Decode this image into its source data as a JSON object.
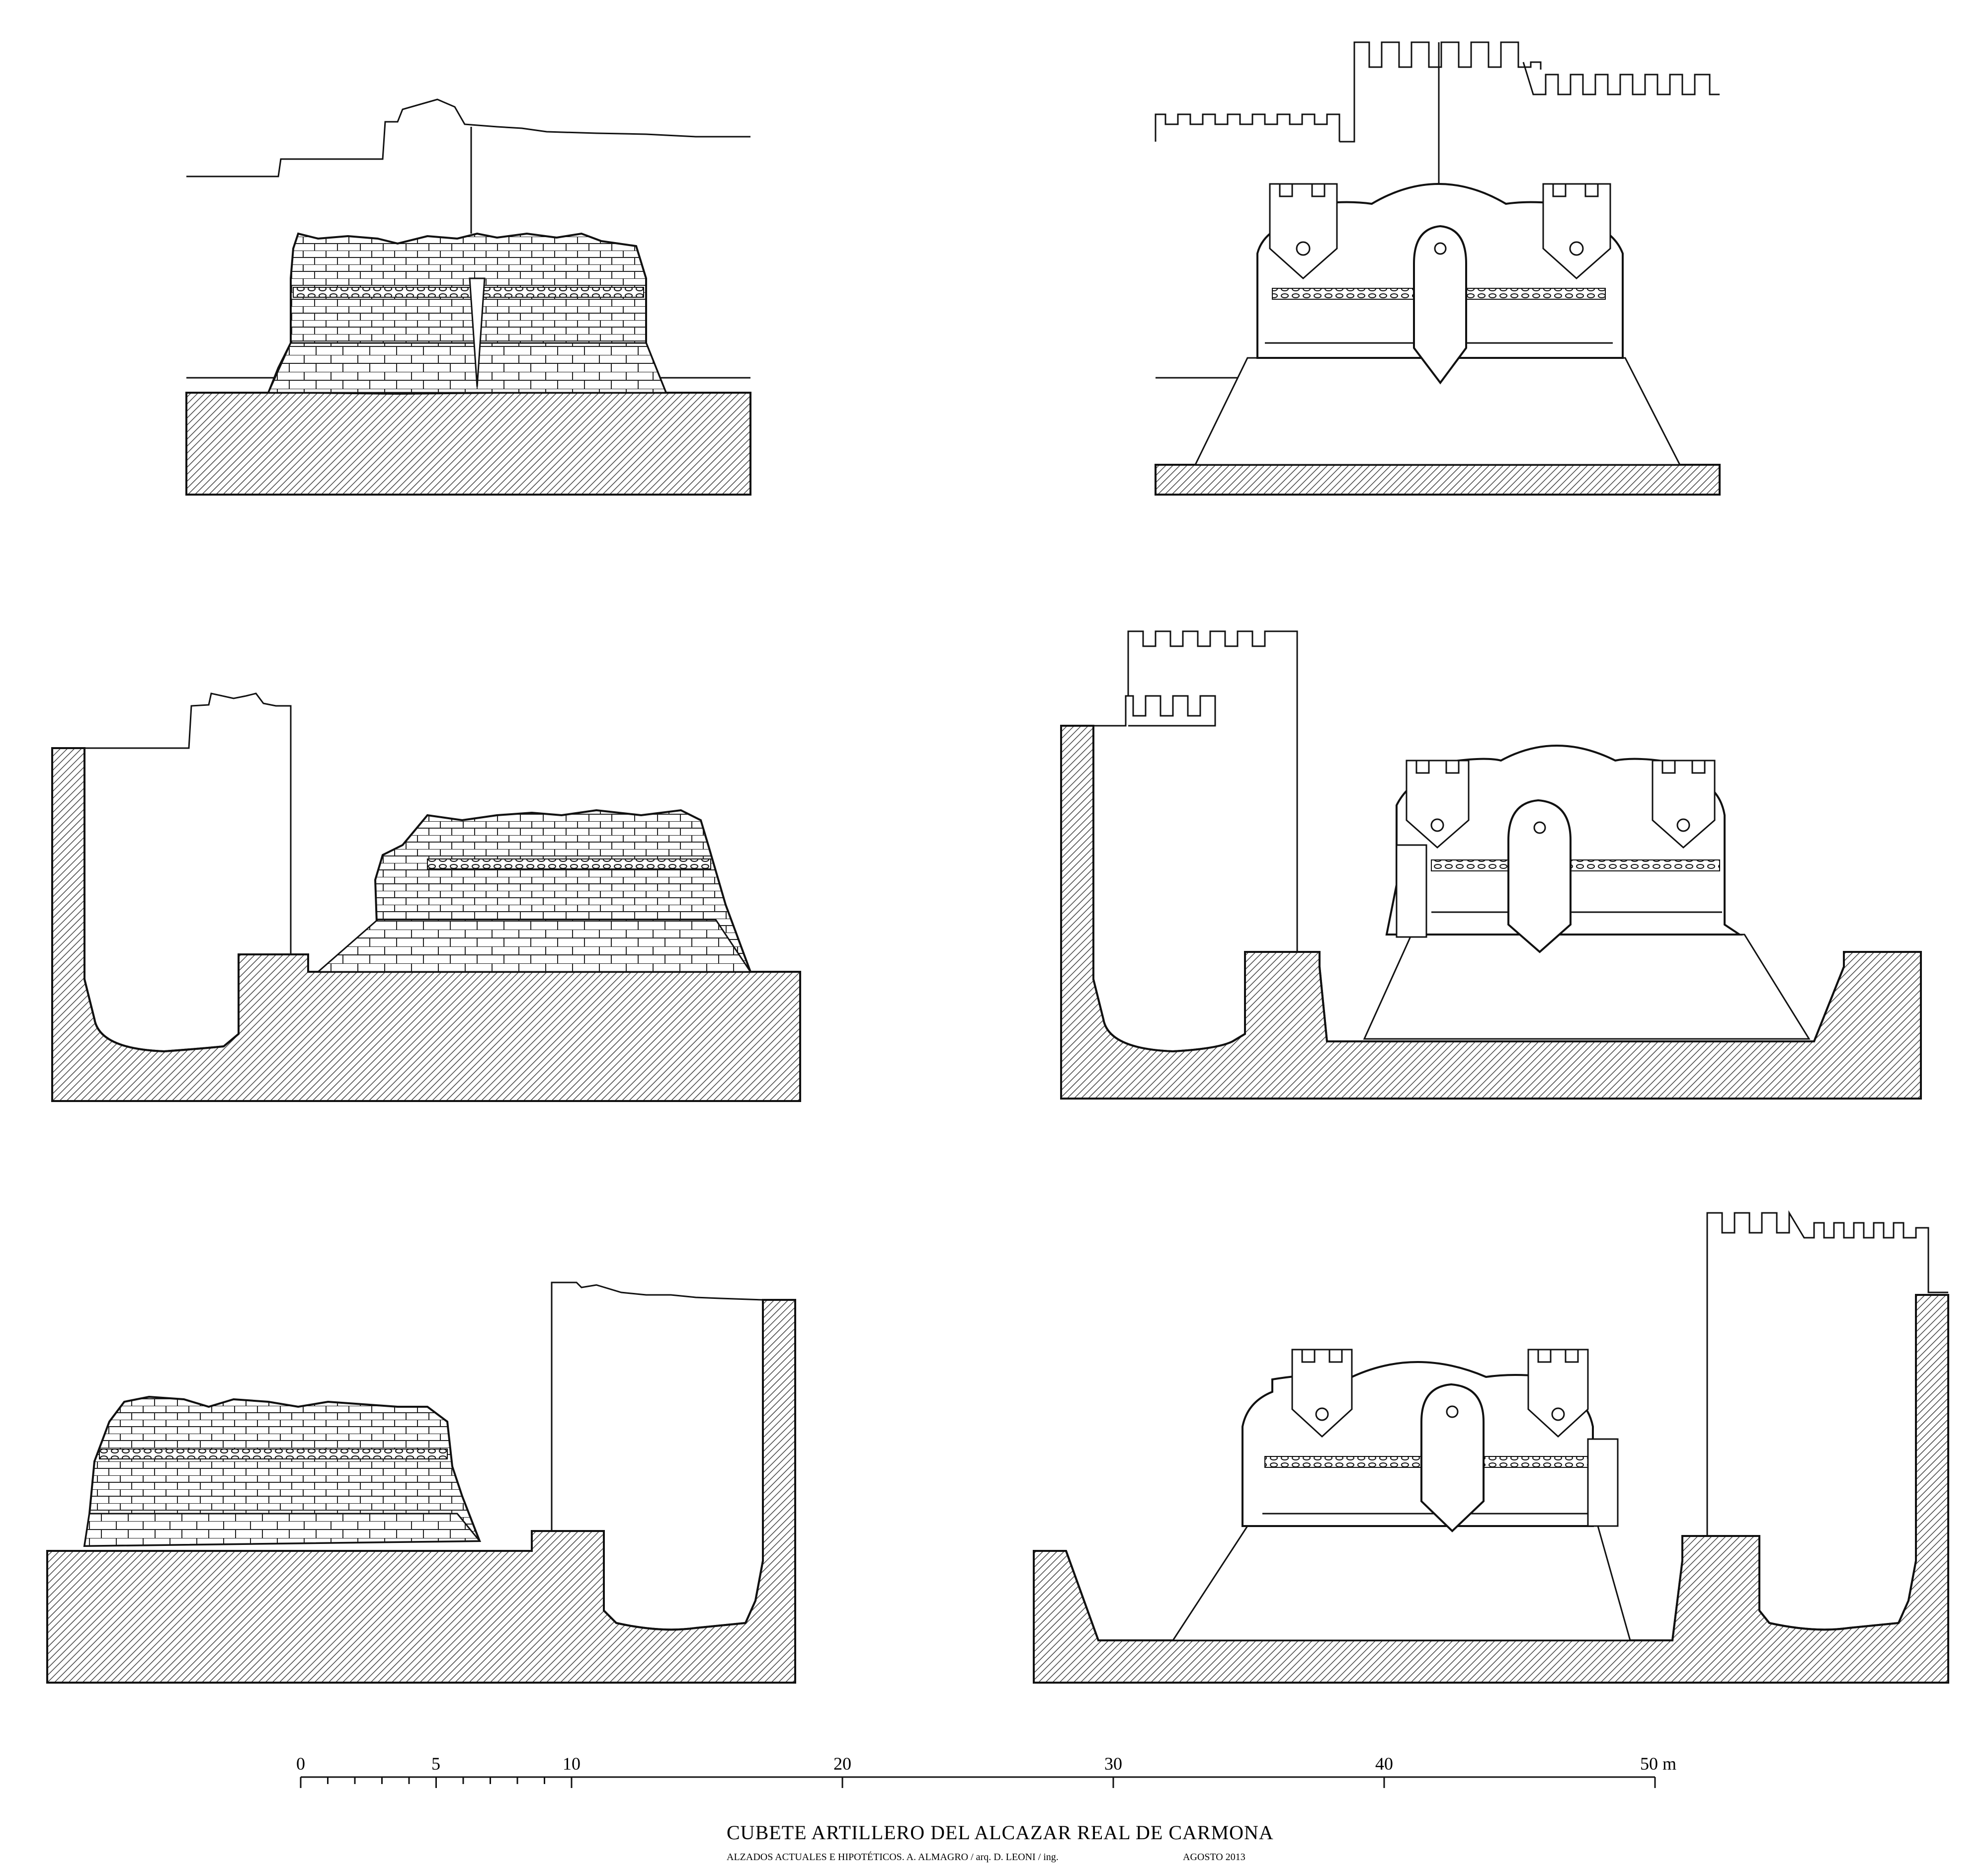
{
  "title": "CUBETE ARTILLERO DEL ALCAZAR REAL DE CARMONA",
  "subtitle": "ALZADOS ACTUALES E HIPOTÉTICOS. A. ALMAGRO / arq.  D. LEONI / ing.",
  "date": "AGOSTO 2013",
  "scale": {
    "labels": [
      "0",
      "5",
      "10",
      "20",
      "30",
      "40",
      "50 m"
    ]
  }
}
